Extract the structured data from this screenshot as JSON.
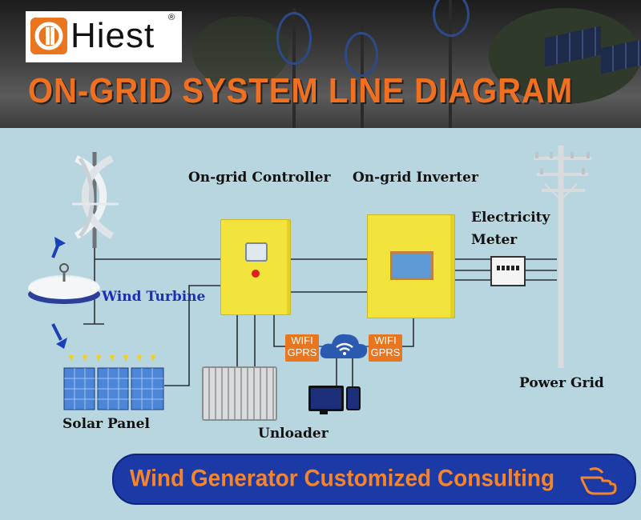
{
  "brand": {
    "name": "Hiest",
    "registered": "®"
  },
  "title": "ON-GRID SYSTEM LINE DIAGRAM",
  "labels": {
    "controller": "On-grid Controller",
    "inverter": "On-grid Inverter",
    "meter_line1": "Electricity",
    "meter_line2": "Meter",
    "wind_turbine": "Wind Turbine",
    "solar_panel": "Solar Panel",
    "unloader": "Unloader",
    "power_grid": "Power Grid"
  },
  "wifi_tag": {
    "line1": "WIFI",
    "line2": "GPRS"
  },
  "cta": {
    "text": "Wind Generator Customized Consulting"
  },
  "colors": {
    "accent": "#f07021",
    "cta_bg": "#1b3aa6",
    "device": "#f2e43d",
    "diagram_bg": "#b8d6df"
  },
  "icons": [
    "wind-turbine-icon",
    "solar-panel-icon",
    "cloud-wifi-icon",
    "monitor-icon",
    "phone-icon",
    "pointing-hand-icon",
    "power-pole-icon",
    "arrow-up-icon",
    "arrow-down-icon"
  ]
}
